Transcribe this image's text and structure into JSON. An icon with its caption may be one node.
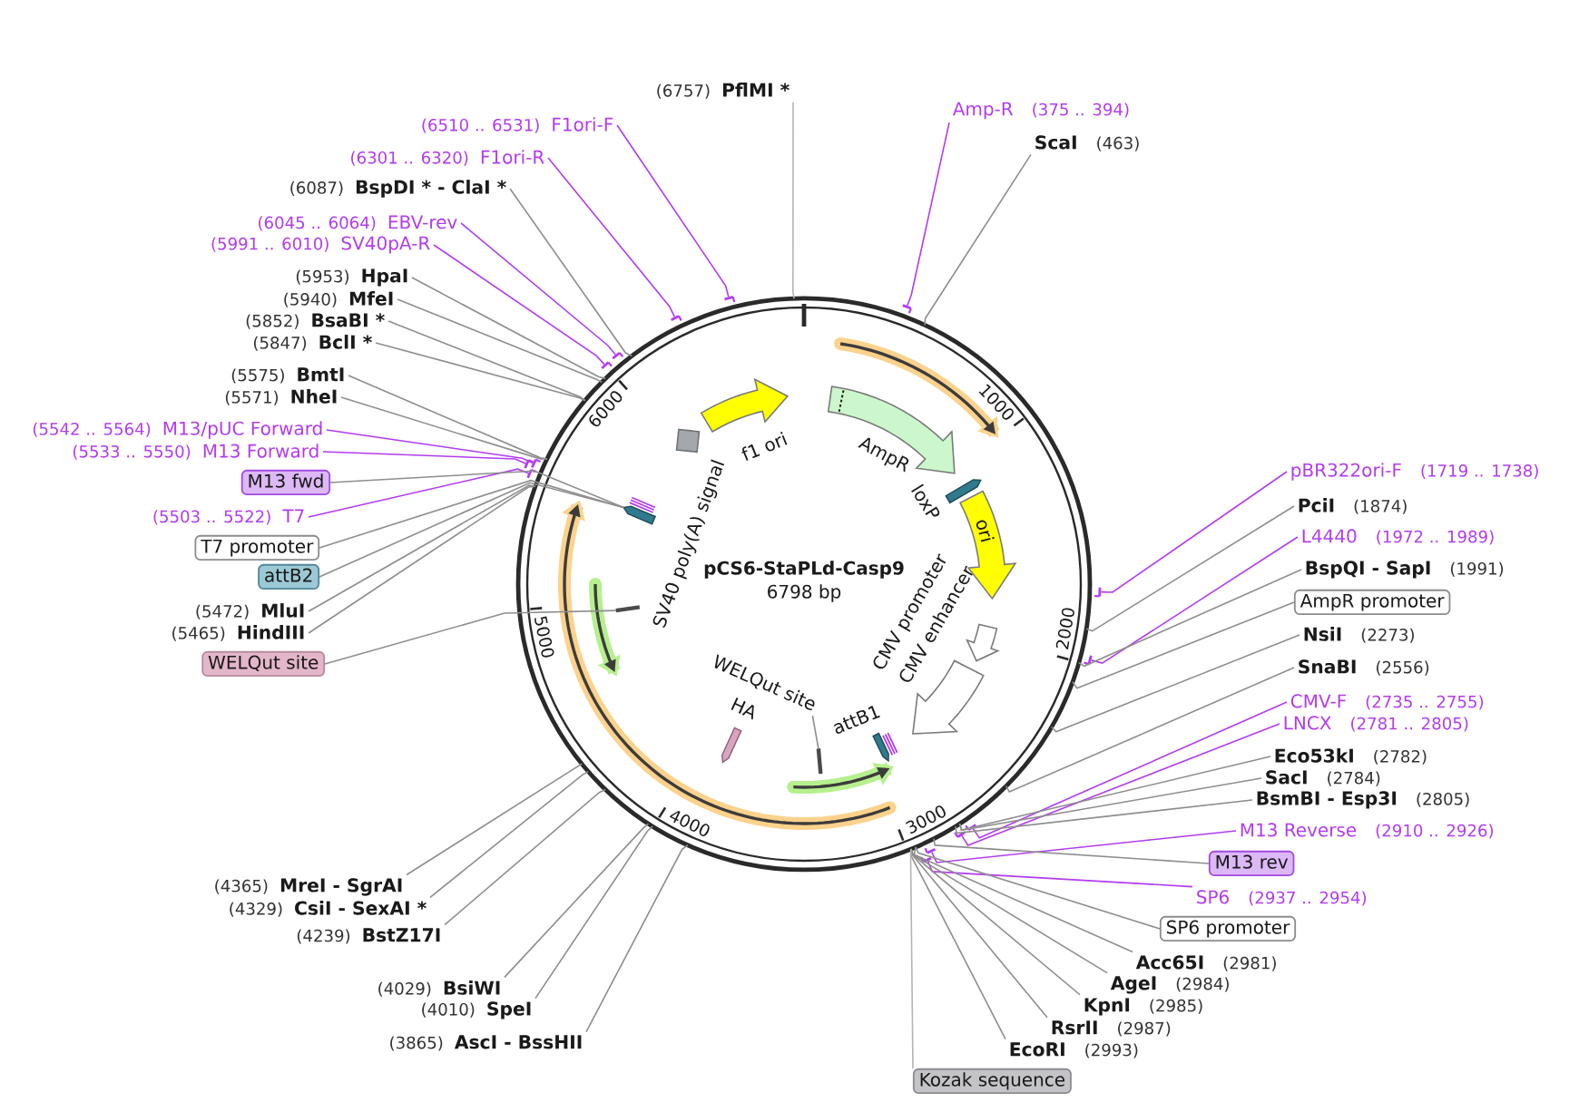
{
  "diagram": {
    "nodes": [
      {
        "text": [
          "pCS6-StaPLd-Casp9",
          "6798 bp"
        ]
      },
      {
        "text": [
          "AmpR"
        ],
        "in": 0
      },
      {
        "text": [
          "loxP"
        ],
        "in": 0
      },
      {
        "text": [
          "ori"
        ],
        "in": 0
      },
      {
        "text": [
          "CMV enhancer"
        ],
        "in": 0
      },
      {
        "text": [
          "CMV promoter"
        ],
        "in": 0
      },
      {
        "text": [
          "attB1"
        ],
        "in": 0
      },
      {
        "text": [
          "WELQut site"
        ],
        "in": 0
      },
      {
        "text": [],
        "shape": "bar",
        "in": 0
      },
      {
        "text": [
          "HA"
        ],
        "in": 0
      },
      {
        "text": [],
        "shape": "bar",
        "in": 0
      },
      {
        "text": [],
        "shape": "bar",
        "in": 0
      },
      {
        "text": [
          "SV40 poly(A) signal"
        ],
        "in": 0
      },
      {
        "text": [
          "f1 ori"
        ],
        "in": 0
      },
      {
        "text": [
          "Amp-R",
          "(375 .. 394)"
        ]
      },
      {
        "text": [
          "ScaI",
          "(463)"
        ]
      },
      {
        "text": [
          "pBR322ori-F",
          "(1719 .. 1738)"
        ]
      },
      {
        "text": [
          "PciI",
          "(1874)"
        ]
      },
      {
        "text": [
          "L4440",
          "(1972 .. 1989)"
        ]
      },
      {
        "text": [
          "BspQI - SapI",
          "(1991)"
        ]
      },
      {
        "text": [
          "AmpR promoter"
        ]
      },
      {
        "text": [
          "NsiI",
          "(2273)"
        ]
      },
      {
        "text": [
          "SnaBI",
          "(2556)"
        ]
      },
      {
        "text": [
          "CMV-F",
          "(2735 .. 2755)"
        ]
      },
      {
        "text": [
          "LNCX",
          "(2781 .. 2805)"
        ]
      },
      {
        "text": [
          "Eco53kI",
          "(2782)"
        ]
      },
      {
        "text": [
          "SacI",
          "(2784)"
        ]
      },
      {
        "text": [
          "BsmBI - Esp3I",
          "(2805)"
        ]
      },
      {
        "text": [
          "M13 Reverse",
          "(2910 .. 2926)"
        ]
      },
      {
        "text": [
          "M13 rev"
        ]
      },
      {
        "text": [
          "SP6",
          "(2937 .. 2954)"
        ]
      },
      {
        "text": [
          "SP6 promoter"
        ]
      },
      {
        "text": [
          "Acc65I",
          "(2981)"
        ]
      },
      {
        "text": [
          "AgeI",
          "(2984)"
        ]
      },
      {
        "text": [
          "KpnI",
          "(2985)"
        ]
      },
      {
        "text": [
          "RsrII",
          "(2987)"
        ]
      },
      {
        "text": [
          "EcoRI",
          "(2993)"
        ]
      },
      {
        "text": [
          "Kozak sequence"
        ]
      },
      {
        "text": [
          "(3865)",
          "AscI - BssHII"
        ]
      },
      {
        "text": [
          "(4010)",
          "SpeI"
        ]
      },
      {
        "text": [
          "(4029)",
          "BsiWI"
        ]
      },
      {
        "text": [
          "(4239)",
          "BstZ17I"
        ]
      },
      {
        "text": [
          "(4329)",
          "CsiI - SexAI *"
        ]
      },
      {
        "text": [
          "(4365)",
          "MreI - SgrAI"
        ]
      },
      {
        "text": [
          "WELQut site"
        ]
      },
      {
        "text": [
          "(5465)",
          "HindIII"
        ]
      },
      {
        "text": [
          "(5472)",
          "MluI"
        ]
      },
      {
        "text": [
          "attB2"
        ]
      },
      {
        "text": [
          "T7 promoter"
        ]
      },
      {
        "text": [
          "(5503 .. 5522)",
          "T7"
        ]
      },
      {
        "text": [
          "M13 fwd"
        ]
      },
      {
        "text": [
          "(5533 .. 5550)",
          "M13 Forward"
        ]
      },
      {
        "text": [
          "(5542 .. 5564)",
          "M13/pUC Forward"
        ]
      },
      {
        "text": [
          "(5571)",
          "NheI"
        ]
      },
      {
        "text": [
          "(5575)",
          "BmtI"
        ]
      },
      {
        "text": [
          "(5847)",
          "BclI *"
        ]
      },
      {
        "text": [
          "(5852)",
          "BsaBI *"
        ]
      },
      {
        "text": [
          "(5940)",
          "MfeI"
        ]
      },
      {
        "text": [
          "(5953)",
          "HpaI"
        ]
      },
      {
        "text": [
          "(5991 .. 6010)",
          "SV40pA-R"
        ]
      },
      {
        "text": [
          "(6045 .. 6064)",
          "EBV-rev"
        ]
      },
      {
        "text": [
          "(6087)",
          "BspDI * - ClaI *"
        ]
      },
      {
        "text": [
          "(6301 .. 6320)",
          "F1ori-R"
        ]
      },
      {
        "text": [
          "(6510 .. 6531)",
          "F1ori-F"
        ]
      },
      {
        "text": [
          "(6757)",
          "PflMI *"
        ]
      },
      {
        "text": [],
        "shape": "bar"
      },
      {
        "text": [],
        "shape": "bar"
      },
      {
        "text": [],
        "shape": "bar"
      },
      {
        "text": [],
        "shape": "bar"
      },
      {
        "text": [],
        "shape": "bar"
      },
      {
        "text": [],
        "shape": "bar"
      },
      {
        "text": [],
        "shape": "bar"
      },
      {
        "text": [],
        "shape": "bar"
      },
      {
        "text": [],
        "shape": "bar"
      },
      {
        "text": [],
        "shape": "bar"
      },
      {
        "text": [],
        "shape": "bar"
      },
      {
        "text": [],
        "shape": "bar"
      },
      {
        "text": [],
        "shape": "bar"
      },
      {
        "text": [],
        "shape": "bar"
      }
    ],
    "edges": [
      {
        "from": 14,
        "to": 65,
        "arrow": "none",
        "color": "#b23cf0"
      },
      {
        "from": 15,
        "to": 0,
        "arrow": "none"
      },
      {
        "from": 16,
        "to": 66,
        "arrow": "none",
        "color": "#b23cf0"
      },
      {
        "from": 17,
        "to": 0,
        "arrow": "none"
      },
      {
        "from": 18,
        "to": 67,
        "arrow": "none",
        "color": "#b23cf0"
      },
      {
        "from": 19,
        "to": 0,
        "arrow": "none"
      },
      {
        "from": 20,
        "to": 0,
        "arrow": "none"
      },
      {
        "from": 21,
        "to": 0,
        "arrow": "none"
      },
      {
        "from": 22,
        "to": 0,
        "arrow": "none"
      },
      {
        "from": 23,
        "to": 68,
        "arrow": "none",
        "color": "#b23cf0"
      },
      {
        "from": 24,
        "to": 69,
        "arrow": "none",
        "color": "#b23cf0"
      },
      {
        "from": 25,
        "to": 0,
        "arrow": "none"
      },
      {
        "from": 26,
        "to": 0,
        "arrow": "none"
      },
      {
        "from": 27,
        "to": 0,
        "arrow": "none"
      },
      {
        "from": 28,
        "to": 70,
        "arrow": "none",
        "color": "#b23cf0"
      },
      {
        "from": 29,
        "to": 0,
        "arrow": "none"
      },
      {
        "from": 30,
        "to": 71,
        "arrow": "none",
        "color": "#b23cf0"
      },
      {
        "from": 31,
        "to": 0,
        "arrow": "none"
      },
      {
        "from": 32,
        "to": 0,
        "arrow": "none"
      },
      {
        "from": 33,
        "to": 0,
        "arrow": "none"
      },
      {
        "from": 34,
        "to": 0,
        "arrow": "none"
      },
      {
        "from": 35,
        "to": 0,
        "arrow": "none"
      },
      {
        "from": 36,
        "to": 0,
        "arrow": "none"
      },
      {
        "from": 37,
        "to": 0,
        "arrow": "none",
        "color": "#b4b4b4"
      },
      {
        "from": 38,
        "to": 0,
        "arrow": "none"
      },
      {
        "from": 39,
        "to": 0,
        "arrow": "none"
      },
      {
        "from": 40,
        "to": 0,
        "arrow": "none"
      },
      {
        "from": 41,
        "to": 0,
        "arrow": "none"
      },
      {
        "from": 42,
        "to": 0,
        "arrow": "none"
      },
      {
        "from": 43,
        "to": 0,
        "arrow": "none"
      },
      {
        "from": 44,
        "to": 10,
        "arrow": "none"
      },
      {
        "from": 45,
        "to": 0,
        "arrow": "none"
      },
      {
        "from": 46,
        "to": 0,
        "arrow": "none"
      },
      {
        "from": 47,
        "to": 11,
        "arrow": "none"
      },
      {
        "from": 48,
        "to": 11,
        "arrow": "none"
      },
      {
        "from": 49,
        "to": 72,
        "arrow": "none",
        "color": "#b23cf0"
      },
      {
        "from": 50,
        "to": 11,
        "arrow": "none"
      },
      {
        "from": 51,
        "to": 73,
        "arrow": "none",
        "color": "#b23cf0"
      },
      {
        "from": 52,
        "to": 74,
        "arrow": "none",
        "color": "#b23cf0"
      },
      {
        "from": 53,
        "to": 0,
        "arrow": "none"
      },
      {
        "from": 54,
        "to": 0,
        "arrow": "none"
      },
      {
        "from": 55,
        "to": 0,
        "arrow": "none"
      },
      {
        "from": 56,
        "to": 0,
        "arrow": "none"
      },
      {
        "from": 57,
        "to": 0,
        "arrow": "none"
      },
      {
        "from": 58,
        "to": 0,
        "arrow": "none"
      },
      {
        "from": 59,
        "to": 75,
        "arrow": "none",
        "color": "#b23cf0"
      },
      {
        "from": 60,
        "to": 76,
        "arrow": "none",
        "color": "#b23cf0"
      },
      {
        "from": 61,
        "to": 0,
        "arrow": "none"
      },
      {
        "from": 62,
        "to": 77,
        "arrow": "none",
        "color": "#b23cf0"
      },
      {
        "from": 63,
        "to": 78,
        "arrow": "none",
        "color": "#b23cf0"
      },
      {
        "from": 64,
        "to": 0,
        "arrow": "none",
        "color": "#b4b4b4"
      },
      {
        "from": 7,
        "to": 8,
        "arrow": "none"
      }
    ],
    "labels": [
      "1000",
      "2000",
      "3000",
      "4000",
      "5000",
      "6000"
    ]
  }
}
